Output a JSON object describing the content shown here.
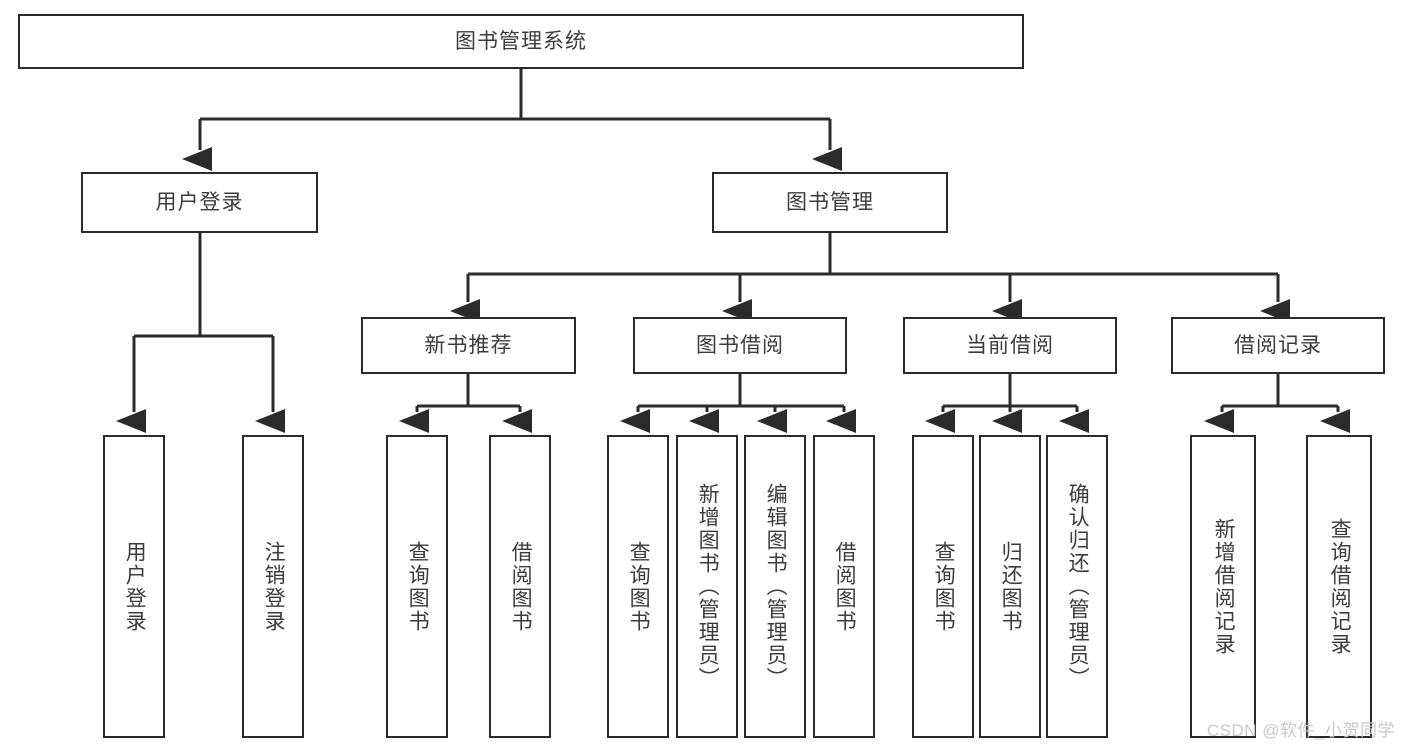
{
  "diagram": {
    "type": "tree-hierarchy-diagram",
    "title": "图书管理系统",
    "line_color": "#2b2b2b",
    "box_fill": "#ffffff",
    "text_color": "#3c3c3c",
    "root": {
      "label": "图书管理系统"
    },
    "level2": [
      {
        "label": "用户登录"
      },
      {
        "label": "图书管理"
      }
    ],
    "level3": [
      {
        "label": "新书推荐"
      },
      {
        "label": "图书借阅"
      },
      {
        "label": "当前借阅"
      },
      {
        "label": "借阅记录"
      }
    ],
    "leaves": {
      "user_login": [
        {
          "label": "用户登录"
        },
        {
          "label": "注销登录"
        }
      ],
      "new_book_recommend": [
        {
          "label": "查询图书"
        },
        {
          "label": "借阅图书"
        }
      ],
      "book_borrow": [
        {
          "label": "查询图书"
        },
        {
          "label": "新增图书（管理员）"
        },
        {
          "label": "编辑图书（管理员）"
        },
        {
          "label": "借阅图书"
        }
      ],
      "current_borrow": [
        {
          "label": "查询图书"
        },
        {
          "label": "归还图书"
        },
        {
          "label": "确认归还（管理员）"
        }
      ],
      "borrow_record": [
        {
          "label": "新增借阅记录"
        },
        {
          "label": "查询借阅记录"
        }
      ]
    }
  },
  "watermark": {
    "text": "CSDN @软件_小贺同学"
  }
}
